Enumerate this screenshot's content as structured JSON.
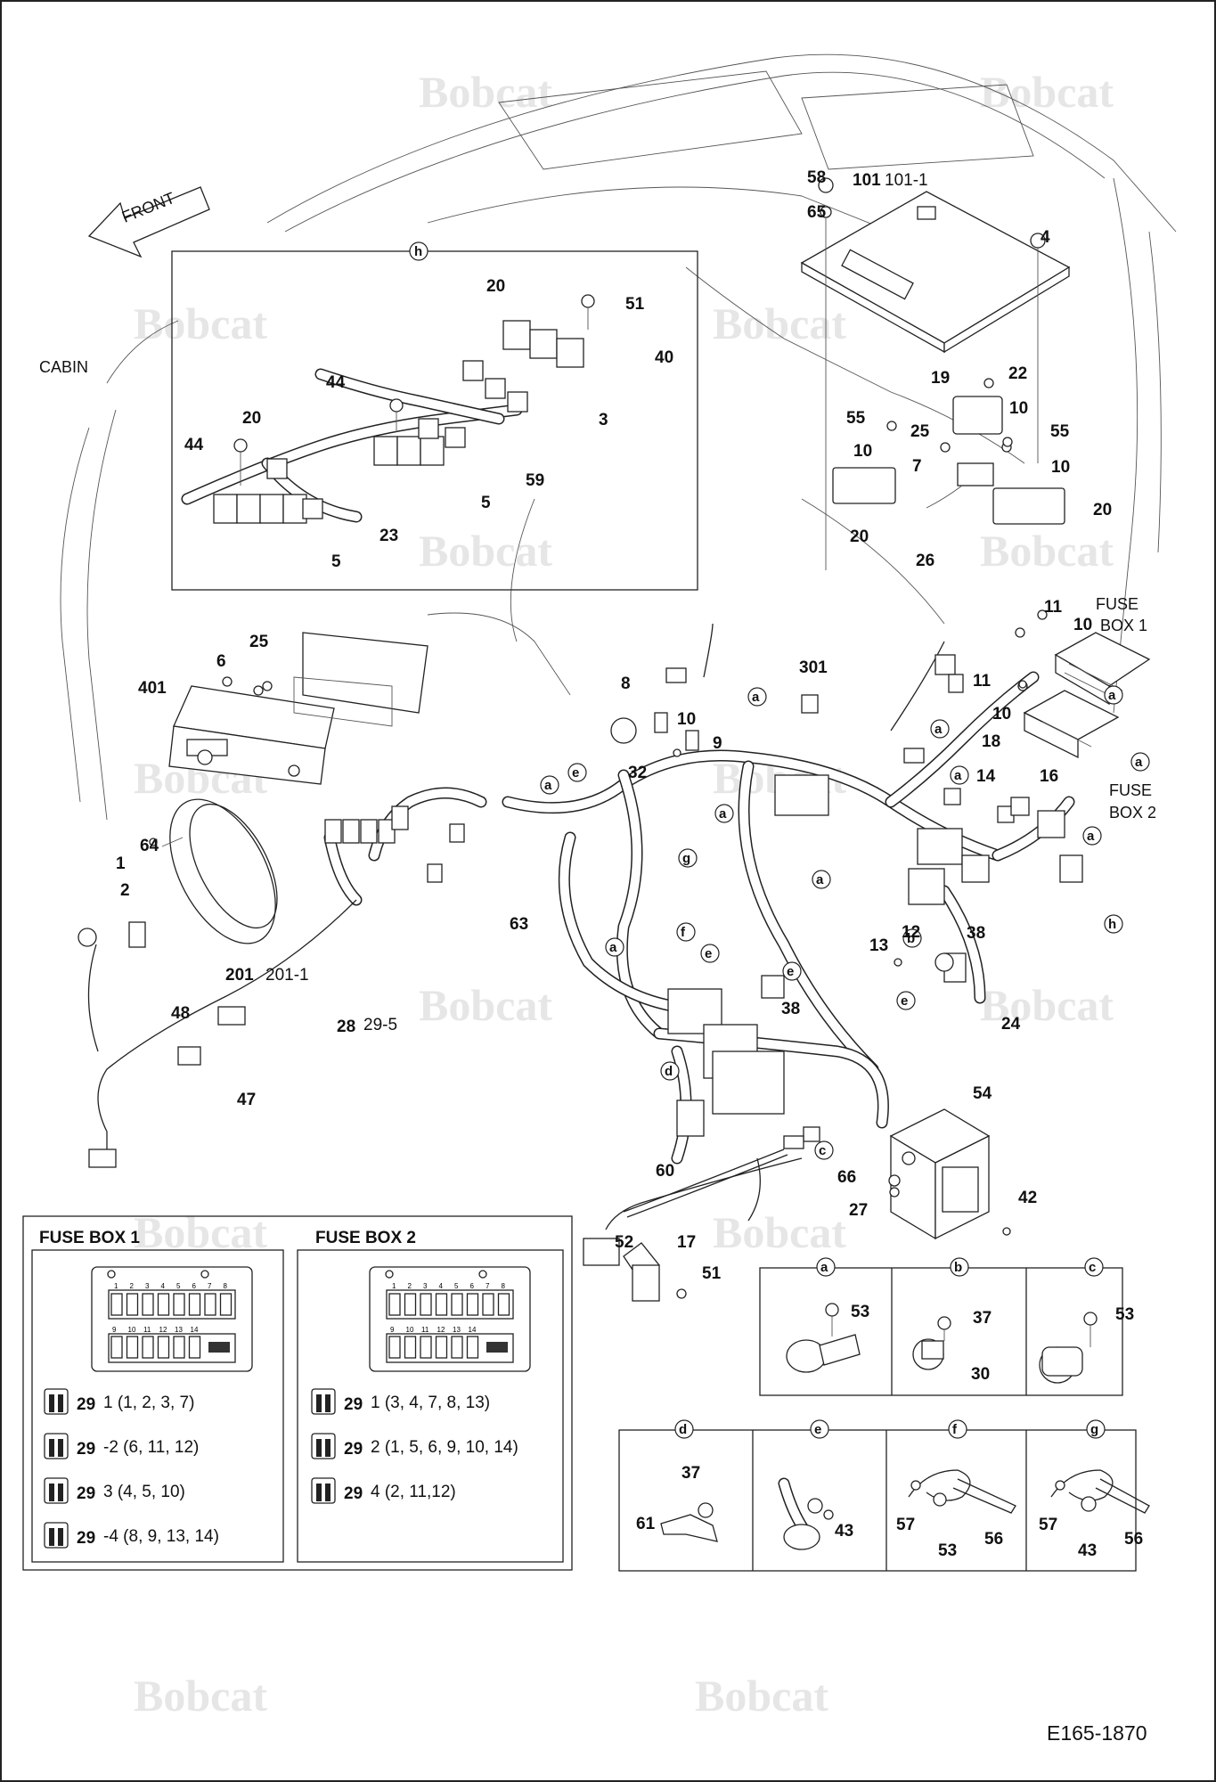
{
  "watermark": "Bobcat",
  "labels": {
    "front": "FRONT",
    "cabin": "CABIN",
    "fuse_box_1": [
      "FUSE",
      "BOX 1"
    ],
    "fuse_box_2": [
      "FUSE",
      "BOX 2"
    ],
    "drawing_code": "E165-1870"
  },
  "callouts": [
    {
      "id": "58",
      "sub": ""
    },
    {
      "id": "65",
      "sub": ""
    },
    {
      "id": "101",
      "sub": "101-1"
    },
    {
      "id": "4",
      "sub": ""
    },
    {
      "id": "51",
      "sub": ""
    },
    {
      "id": "20",
      "sub": ""
    },
    {
      "id": "40",
      "sub": ""
    },
    {
      "id": "44",
      "sub": ""
    },
    {
      "id": "3",
      "sub": ""
    },
    {
      "id": "59",
      "sub": ""
    },
    {
      "id": "5",
      "sub": ""
    },
    {
      "id": "23",
      "sub": ""
    },
    {
      "id": "19",
      "sub": ""
    },
    {
      "id": "22",
      "sub": ""
    },
    {
      "id": "10",
      "sub": ""
    },
    {
      "id": "55",
      "sub": ""
    },
    {
      "id": "25",
      "sub": ""
    },
    {
      "id": "7",
      "sub": ""
    },
    {
      "id": "26",
      "sub": ""
    },
    {
      "id": "11",
      "sub": ""
    },
    {
      "id": "301",
      "sub": ""
    },
    {
      "id": "8",
      "sub": ""
    },
    {
      "id": "9",
      "sub": ""
    },
    {
      "id": "32",
      "sub": ""
    },
    {
      "id": "18",
      "sub": ""
    },
    {
      "id": "14",
      "sub": ""
    },
    {
      "id": "16",
      "sub": ""
    },
    {
      "id": "6",
      "sub": ""
    },
    {
      "id": "401",
      "sub": ""
    },
    {
      "id": "1",
      "sub": ""
    },
    {
      "id": "64",
      "sub": ""
    },
    {
      "id": "2",
      "sub": ""
    },
    {
      "id": "63",
      "sub": ""
    },
    {
      "id": "201",
      "sub": "201-1"
    },
    {
      "id": "28",
      "sub": "29-5"
    },
    {
      "id": "48",
      "sub": ""
    },
    {
      "id": "47",
      "sub": ""
    },
    {
      "id": "13",
      "sub": ""
    },
    {
      "id": "12",
      "sub": ""
    },
    {
      "id": "38",
      "sub": ""
    },
    {
      "id": "24",
      "sub": ""
    },
    {
      "id": "54",
      "sub": ""
    },
    {
      "id": "60",
      "sub": ""
    },
    {
      "id": "66",
      "sub": ""
    },
    {
      "id": "27",
      "sub": ""
    },
    {
      "id": "42",
      "sub": ""
    },
    {
      "id": "52",
      "sub": ""
    },
    {
      "id": "17",
      "sub": ""
    }
  ],
  "detail_letters": [
    "a",
    "b",
    "c",
    "d",
    "e",
    "f",
    "g",
    "h"
  ],
  "detail_boxes": {
    "a": [
      "53"
    ],
    "b": [
      "37",
      "30"
    ],
    "c": [
      "53"
    ],
    "d": [
      "37",
      "61"
    ],
    "e": [
      "43"
    ],
    "f": [
      "57",
      "53",
      "56"
    ],
    "g": [
      "57",
      "43",
      "56"
    ]
  },
  "fuse_box_1": {
    "title": "FUSE BOX 1",
    "top_numbers": [
      "1",
      "2",
      "3",
      "4",
      "5",
      "6",
      "7",
      "8"
    ],
    "bottom_numbers": [
      "9",
      "10",
      "11",
      "12",
      "13",
      "14"
    ],
    "rows": [
      {
        "part": "29",
        "suffix": "1",
        "detail": "(1, 2, 3, 7)"
      },
      {
        "part": "29",
        "suffix": "-2",
        "detail": "(6, 11, 12)"
      },
      {
        "part": "29",
        "suffix": "3",
        "detail": "(4, 5, 10)"
      },
      {
        "part": "29",
        "suffix": "-4",
        "detail": "(8, 9, 13, 14)"
      }
    ]
  },
  "fuse_box_2": {
    "title": "FUSE BOX 2",
    "top_numbers": [
      "1",
      "2",
      "3",
      "4",
      "5",
      "6",
      "7",
      "8"
    ],
    "bottom_numbers": [
      "9",
      "10",
      "11",
      "12",
      "13",
      "14"
    ],
    "rows": [
      {
        "part": "29",
        "suffix": "1",
        "detail": "(3, 4, 7, 8, 13)"
      },
      {
        "part": "29",
        "suffix": "2",
        "detail": "(1, 5, 6, 9, 10, 14)"
      },
      {
        "part": "29",
        "suffix": "4",
        "detail": "(2, 11,12)"
      }
    ]
  }
}
